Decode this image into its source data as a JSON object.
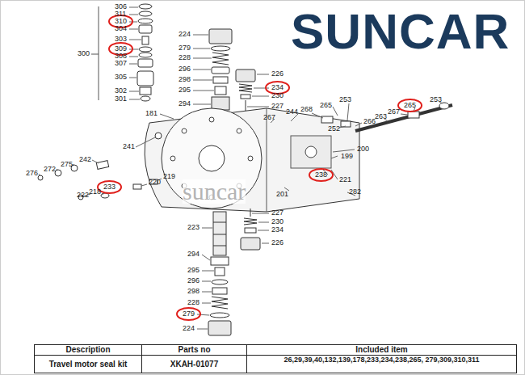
{
  "diagram": {
    "labels": [
      "SUNCAR",
      "306",
      "311",
      "310",
      "304",
      "300",
      "303",
      "309",
      "308",
      "307",
      "305",
      "302",
      "301",
      "224",
      "279",
      "228",
      "296",
      "298",
      "295",
      "294",
      "181",
      "226",
      "234",
      "230",
      "227",
      "265",
      "253",
      "268",
      "244",
      "267",
      "252",
      "266",
      "263",
      "265",
      "253",
      "267",
      "200",
      "199",
      "241",
      "242",
      "275",
      "272",
      "276",
      "219",
      "220",
      "233",
      "218",
      "222",
      "238",
      "221",
      "282",
      "201",
      "suncar",
      "227",
      "223",
      "230",
      "234",
      "226",
      "294",
      "295",
      "296",
      "298",
      "228",
      "279",
      "224",
      "Description",
      "Parts no",
      "Included item",
      "Travel motor seal kit",
      "XKAH-01077",
      "26,29,39,40,132,139,178,233,234,238,265, 279,309,310,311"
    ]
  }
}
